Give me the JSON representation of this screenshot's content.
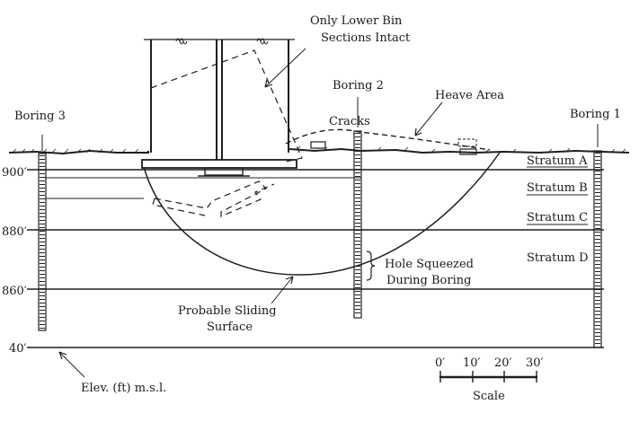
{
  "labels": {
    "bin_note_line1": "Only Lower Bin",
    "bin_note_line2": "Sections Intact",
    "boring_1": "Boring 1",
    "boring_2": "Boring 2",
    "boring_3": "Boring 3",
    "cracks": "Cracks",
    "heave_area": "Heave Area",
    "stratum_a": "Stratum A",
    "stratum_b": "Stratum B",
    "stratum_c": "Stratum C",
    "stratum_d": "Stratum D",
    "hole_line1": "Hole Squeezed",
    "hole_line2": "During Boring",
    "sliding_line1": "Probable Sliding",
    "sliding_line2": "Surface",
    "elev_note": "Elev. (ft) m.s.l."
  },
  "elevations": [
    "900′",
    "880′",
    "860′",
    "40′"
  ],
  "scale": {
    "ticks": [
      "0′",
      "10′",
      "20′",
      "30′"
    ],
    "title": "Scale"
  },
  "colors": {
    "ink": "#1f1f1f",
    "background": "#ffffff"
  }
}
